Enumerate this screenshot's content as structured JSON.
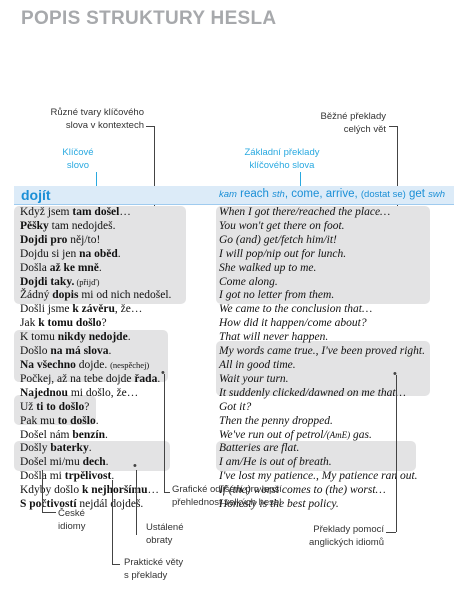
{
  "title": "POPIS STRUKTURY HESLA",
  "annotations": {
    "variants": [
      "Různé tvary klíčového",
      "slova v kontextech"
    ],
    "keyword": [
      "Klíčové",
      "slovo"
    ],
    "basic_translations": [
      "Základní překlady",
      "klíčového slova"
    ],
    "whole_sentence": [
      "Běžné překlady",
      "celých vět"
    ],
    "graphic": [
      "Grafické odlišení pro lepší",
      "přehlednost velkých hesel"
    ],
    "czech_idioms": [
      "České",
      "idiomy"
    ],
    "fixed_phrases": [
      "Ustálené",
      "obraty"
    ],
    "practical": [
      "Praktické věty",
      "s překlady"
    ],
    "english_idioms": [
      "Překlady pomocí",
      "anglických idiomů"
    ]
  },
  "entry": {
    "headword": "dojít",
    "translation_parts": {
      "kam": "kam",
      "reach": "reach",
      "sth": "sth",
      "comma1": ", come, arrive, ",
      "dostat": "(dostat se)",
      "get": " get ",
      "swh": "swh"
    }
  },
  "czech_lines": [
    [
      {
        "t": "Když jsem "
      },
      {
        "t": "tam došel",
        "b": true
      },
      {
        "t": "…"
      }
    ],
    [
      {
        "t": "Pěšky",
        "b": true
      },
      {
        "t": " tam nedojdeš."
      }
    ],
    [
      {
        "t": "Dojdi pro",
        "b": true
      },
      {
        "t": " něj/to!"
      }
    ],
    [
      {
        "t": "Dojdu si jen "
      },
      {
        "t": "na oběd",
        "b": true
      },
      {
        "t": "."
      }
    ],
    [
      {
        "t": "Došla "
      },
      {
        "t": "až ke mně",
        "b": true
      },
      {
        "t": "."
      }
    ],
    [
      {
        "t": "Dojdi taky.",
        "b": true
      },
      {
        "t": " (přijď)",
        "s": true
      }
    ],
    [
      {
        "t": "Žádný "
      },
      {
        "t": "dopis",
        "b": true
      },
      {
        "t": " mi od nich nedošel."
      }
    ],
    [
      {
        "t": "Došli jsme "
      },
      {
        "t": "k závěru",
        "b": true
      },
      {
        "t": ", že…"
      }
    ],
    [
      {
        "t": "Jak "
      },
      {
        "t": "k tomu došlo",
        "b": true
      },
      {
        "t": "?"
      }
    ],
    [
      {
        "t": "K tomu "
      },
      {
        "t": "nikdy nedojde",
        "b": true
      },
      {
        "t": "."
      }
    ],
    [
      {
        "t": "Došlo "
      },
      {
        "t": "na má slova",
        "b": true
      },
      {
        "t": "."
      }
    ],
    [
      {
        "t": "Na všechno",
        "b": true
      },
      {
        "t": " dojde. "
      },
      {
        "t": "(nespěchej)",
        "s": true
      }
    ],
    [
      {
        "t": "Počkej, až na tebe dojde "
      },
      {
        "t": "řada",
        "b": true
      },
      {
        "t": "."
      }
    ],
    [
      {
        "t": "Najednou",
        "b": true
      },
      {
        "t": " mi došlo, že…"
      }
    ],
    [
      {
        "t": "Už "
      },
      {
        "t": "ti to došlo",
        "b": true
      },
      {
        "t": "?"
      }
    ],
    [
      {
        "t": "Pak mu "
      },
      {
        "t": "to došlo",
        "b": true
      },
      {
        "t": "."
      }
    ],
    [
      {
        "t": "Došel nám "
      },
      {
        "t": "benzín",
        "b": true
      },
      {
        "t": "."
      }
    ],
    [
      {
        "t": "Došly "
      },
      {
        "t": "baterky",
        "b": true
      },
      {
        "t": "."
      }
    ],
    [
      {
        "t": "Došel mi/mu "
      },
      {
        "t": "dech",
        "b": true
      },
      {
        "t": "."
      }
    ],
    [
      {
        "t": "Došla mi "
      },
      {
        "t": "trpělivost",
        "b": true
      },
      {
        "t": "."
      }
    ],
    [
      {
        "t": "Kdyby došlo "
      },
      {
        "t": "k nejhoršímu",
        "b": true
      },
      {
        "t": "…"
      }
    ],
    [
      {
        "t": "S počtivostí",
        "b": true
      },
      {
        "t": " nejdál dojdeš."
      }
    ]
  ],
  "english_lines": [
    [
      {
        "t": "When I got there/reached the place…"
      }
    ],
    [
      {
        "t": "You won't get there on foot."
      }
    ],
    [
      {
        "t": "Go (and) get/fetch him/it!"
      }
    ],
    [
      {
        "t": "I will pop/nip out for lunch."
      }
    ],
    [
      {
        "t": "She walked up to me."
      }
    ],
    [
      {
        "t": "Come along."
      }
    ],
    [
      {
        "t": "I got no letter from them."
      }
    ],
    [
      {
        "t": "We came to the conclusion that…"
      }
    ],
    [
      {
        "t": "How did it happen/come about?"
      }
    ],
    [
      {
        "t": "That will never happen."
      }
    ],
    [
      {
        "t": "My words came true., I've been proved right."
      }
    ],
    [
      {
        "t": "All in good time."
      }
    ],
    [
      {
        "t": "Wait your turn."
      }
    ],
    [
      {
        "t": "It suddenly clicked/dawned on me that…"
      }
    ],
    [
      {
        "t": "Got it?"
      }
    ],
    [
      {
        "t": "Then the penny dropped."
      }
    ],
    [
      {
        "t": "We've run out of petrol/"
      },
      {
        "t": "(AmE)",
        "s": true
      },
      {
        "t": " gas."
      }
    ],
    [
      {
        "t": "Batteries are flat."
      }
    ],
    [
      {
        "t": "I am/He is out of breath."
      }
    ],
    [
      {
        "t": "I've lost my patience., My patience ran out."
      }
    ],
    [
      {
        "t": "If (the) worst comes to (the) worst…"
      }
    ],
    [
      {
        "t": "Honesty is the best policy."
      }
    ]
  ]
}
